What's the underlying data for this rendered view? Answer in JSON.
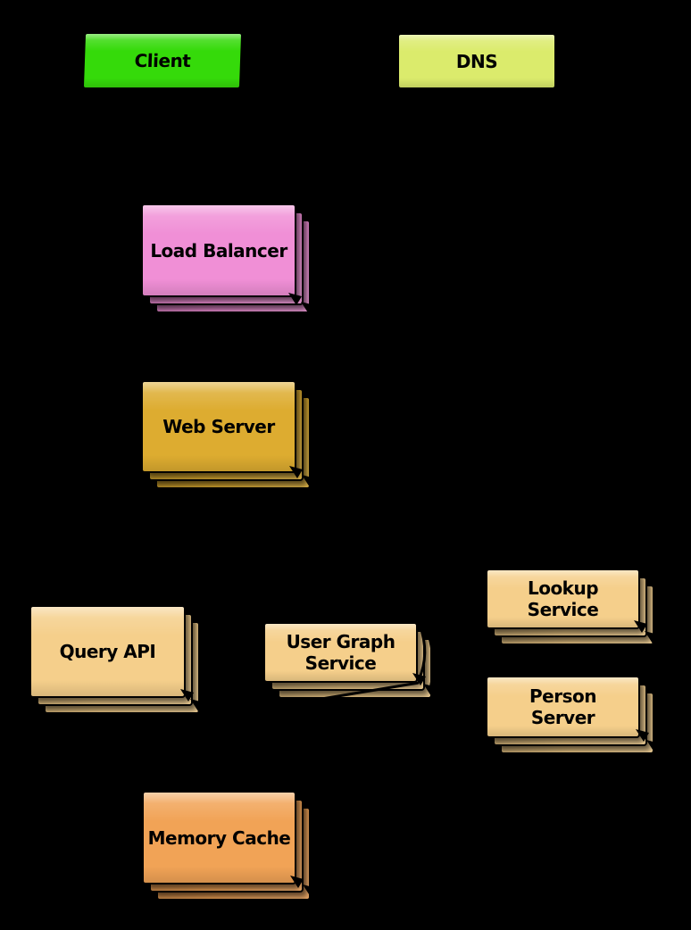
{
  "background_color": "#000000",
  "edge_color": "#000000",
  "nodes": {
    "client": {
      "label": "Client",
      "color": "#35da0a"
    },
    "dns": {
      "label": "DNS",
      "color": "#dbeb6c"
    },
    "load_balancer": {
      "label": "Load Balancer",
      "color": "#f08fd6"
    },
    "web_server": {
      "label": "Web Server",
      "color": "#ddac30"
    },
    "query_api": {
      "label": "Query API",
      "color": "#f5cf8b"
    },
    "user_graph_service": {
      "label": "User Graph\nService",
      "color": "#f5cf8b"
    },
    "lookup_service": {
      "label": "Lookup\nService",
      "color": "#f5cf8b"
    },
    "person_server": {
      "label": "Person\nServer",
      "color": "#f5cf8b"
    },
    "memory_cache": {
      "label": "Memory Cache",
      "color": "#f1a356"
    }
  }
}
